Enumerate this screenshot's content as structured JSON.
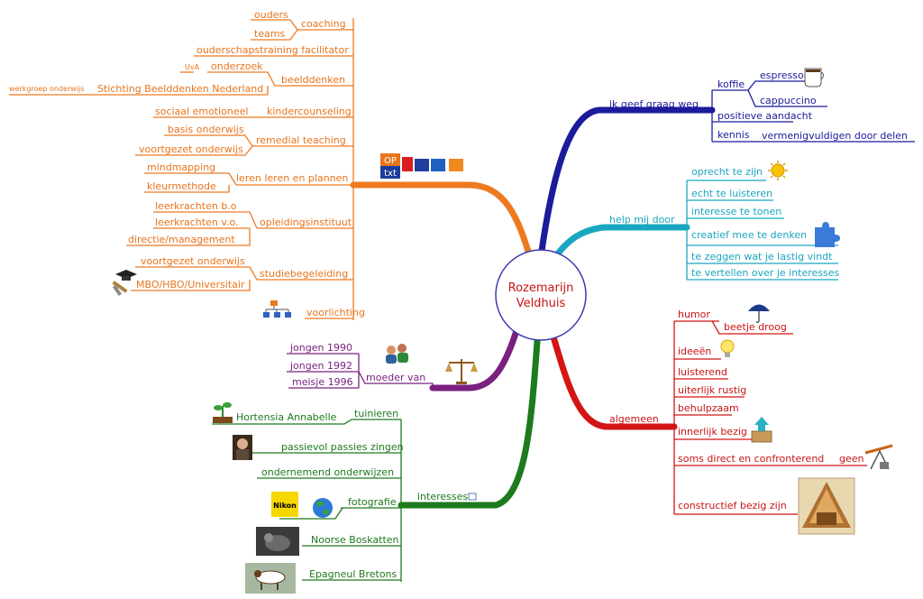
{
  "center": {
    "line1": "Rozemarijn",
    "line2": "Veldhuis"
  },
  "colors": {
    "orange": "#ee7a20",
    "blue": "#1b1b9c",
    "cyan": "#1aa6c0",
    "red": "#d41515",
    "purple": "#7a2080",
    "green": "#1d7a1d",
    "center_text": "#c81414"
  },
  "work": {
    "branches": [
      "coaching",
      "ouderschapstraining facilitator",
      "beelddenken",
      "kindercounseling",
      "remedial teaching",
      "leren leren en plannen",
      "opleidingsinstituut",
      "studiebegeleiding",
      "voorlichting"
    ],
    "coaching": [
      "ouders",
      "teams"
    ],
    "beelddenken": {
      "onderzoek": "onderzoek",
      "uva": "UvA",
      "stichting": "Stichting Beelddenken Nederland",
      "werkgroep": "werkgroep onderwijs"
    },
    "kindercounseling": [
      "sociaal emotioneel"
    ],
    "remedial": [
      "basis onderwijs",
      "voortgezet onderwijs"
    ],
    "leren": [
      "mindmapping",
      "kleurmethode"
    ],
    "opleiding": [
      "leerkrachten b.o",
      "leerkrachten v.o.",
      "directie/management"
    ],
    "studie": [
      "voortgezet onderwijs",
      "MBO/HBO/Universitair"
    ],
    "logo": {
      "top": "OP",
      "bottom": "txt"
    }
  },
  "ik_geef": {
    "label": "ik geef graag weg",
    "koffie": "koffie",
    "espresso": "espresso",
    "cappuccino": "cappuccino",
    "positieve": "positieve aandacht",
    "kennis": "kennis",
    "vermenig": "vermenigvuldigen door delen"
  },
  "help": {
    "label": "help mij door",
    "items": [
      "oprecht te zijn",
      "echt te luisteren",
      "interesse te tonen",
      "creatief mee te denken",
      "te zeggen wat je lastig vindt",
      "te vertellen over je interesses"
    ]
  },
  "algemeen": {
    "label": "algemeen",
    "humor": "humor",
    "droog": "beetje droog",
    "items": [
      "ideeën",
      "luisterend",
      "uiterlijk rustig",
      "behulpzaam",
      "innerlijk bezig",
      "soms direct en confronterend",
      "constructief bezig zijn"
    ],
    "geen": "geen"
  },
  "moeder": {
    "label": "moeder van",
    "kids": [
      "jongen 1990",
      "jongen 1992",
      "meisje 1996"
    ]
  },
  "interesses": {
    "label": "interesses",
    "tuinieren": "tuinieren",
    "hortensia": "Hortensia Annabelle",
    "items": [
      "passievol passies zingen",
      "ondernemend onderwijzen",
      "fotografie",
      "Noorse Boskatten",
      "Epagneul Bretons"
    ],
    "nikon": "Nikon"
  },
  "icons": [
    "coffee-cup-icon",
    "sun-icon",
    "puzzle-icon",
    "umbrella-icon",
    "lightbulb-icon",
    "box-arrow-icon",
    "oil-pump-icon",
    "house-photo",
    "scale-icon",
    "people-icon",
    "graduation-cap-icon",
    "tools-icon",
    "org-chart-icon",
    "plant-icon",
    "portrait-photo",
    "nikon-logo",
    "globe-icon",
    "cat-photo",
    "dog-photo"
  ]
}
